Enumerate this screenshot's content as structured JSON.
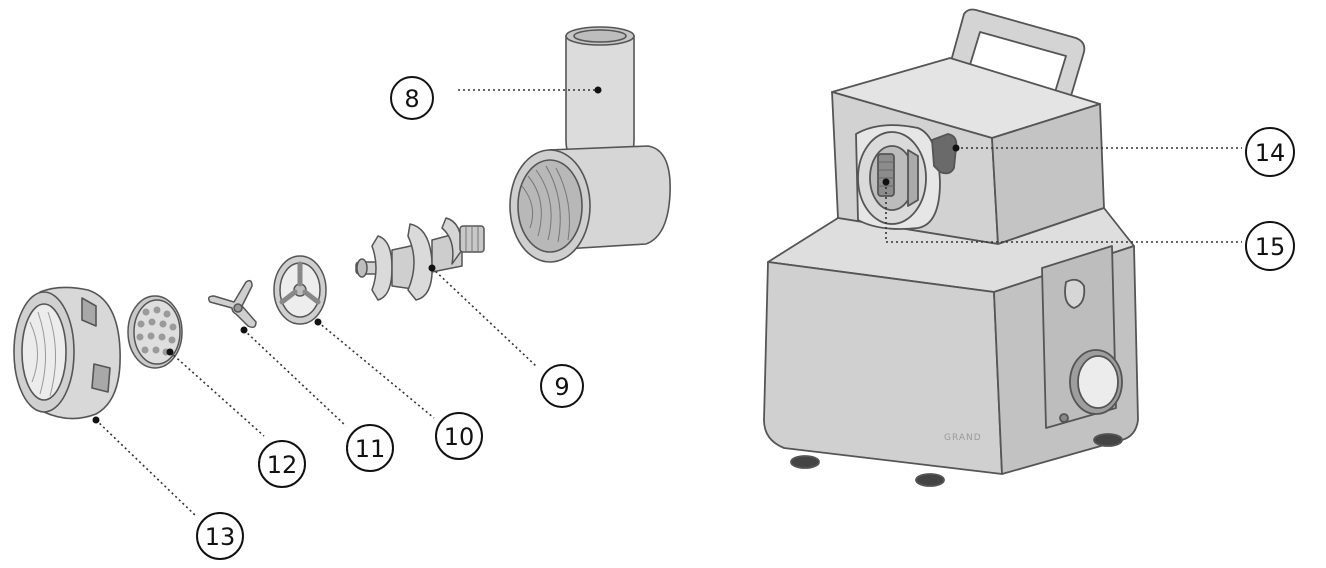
{
  "callouts": [
    {
      "id": "8",
      "label": "8"
    },
    {
      "id": "9",
      "label": "9"
    },
    {
      "id": "10",
      "label": "10"
    },
    {
      "id": "11",
      "label": "11"
    },
    {
      "id": "12",
      "label": "12"
    },
    {
      "id": "13",
      "label": "13"
    },
    {
      "id": "14",
      "label": "14"
    },
    {
      "id": "15",
      "label": "15"
    }
  ],
  "brand": "GRAND",
  "colors": {
    "part_fill": "#d8d8d8",
    "part_dark": "#b4b4b4",
    "part_light": "#ececec",
    "outline": "#555555",
    "leader": "#333333",
    "callout_stroke": "#111111"
  }
}
